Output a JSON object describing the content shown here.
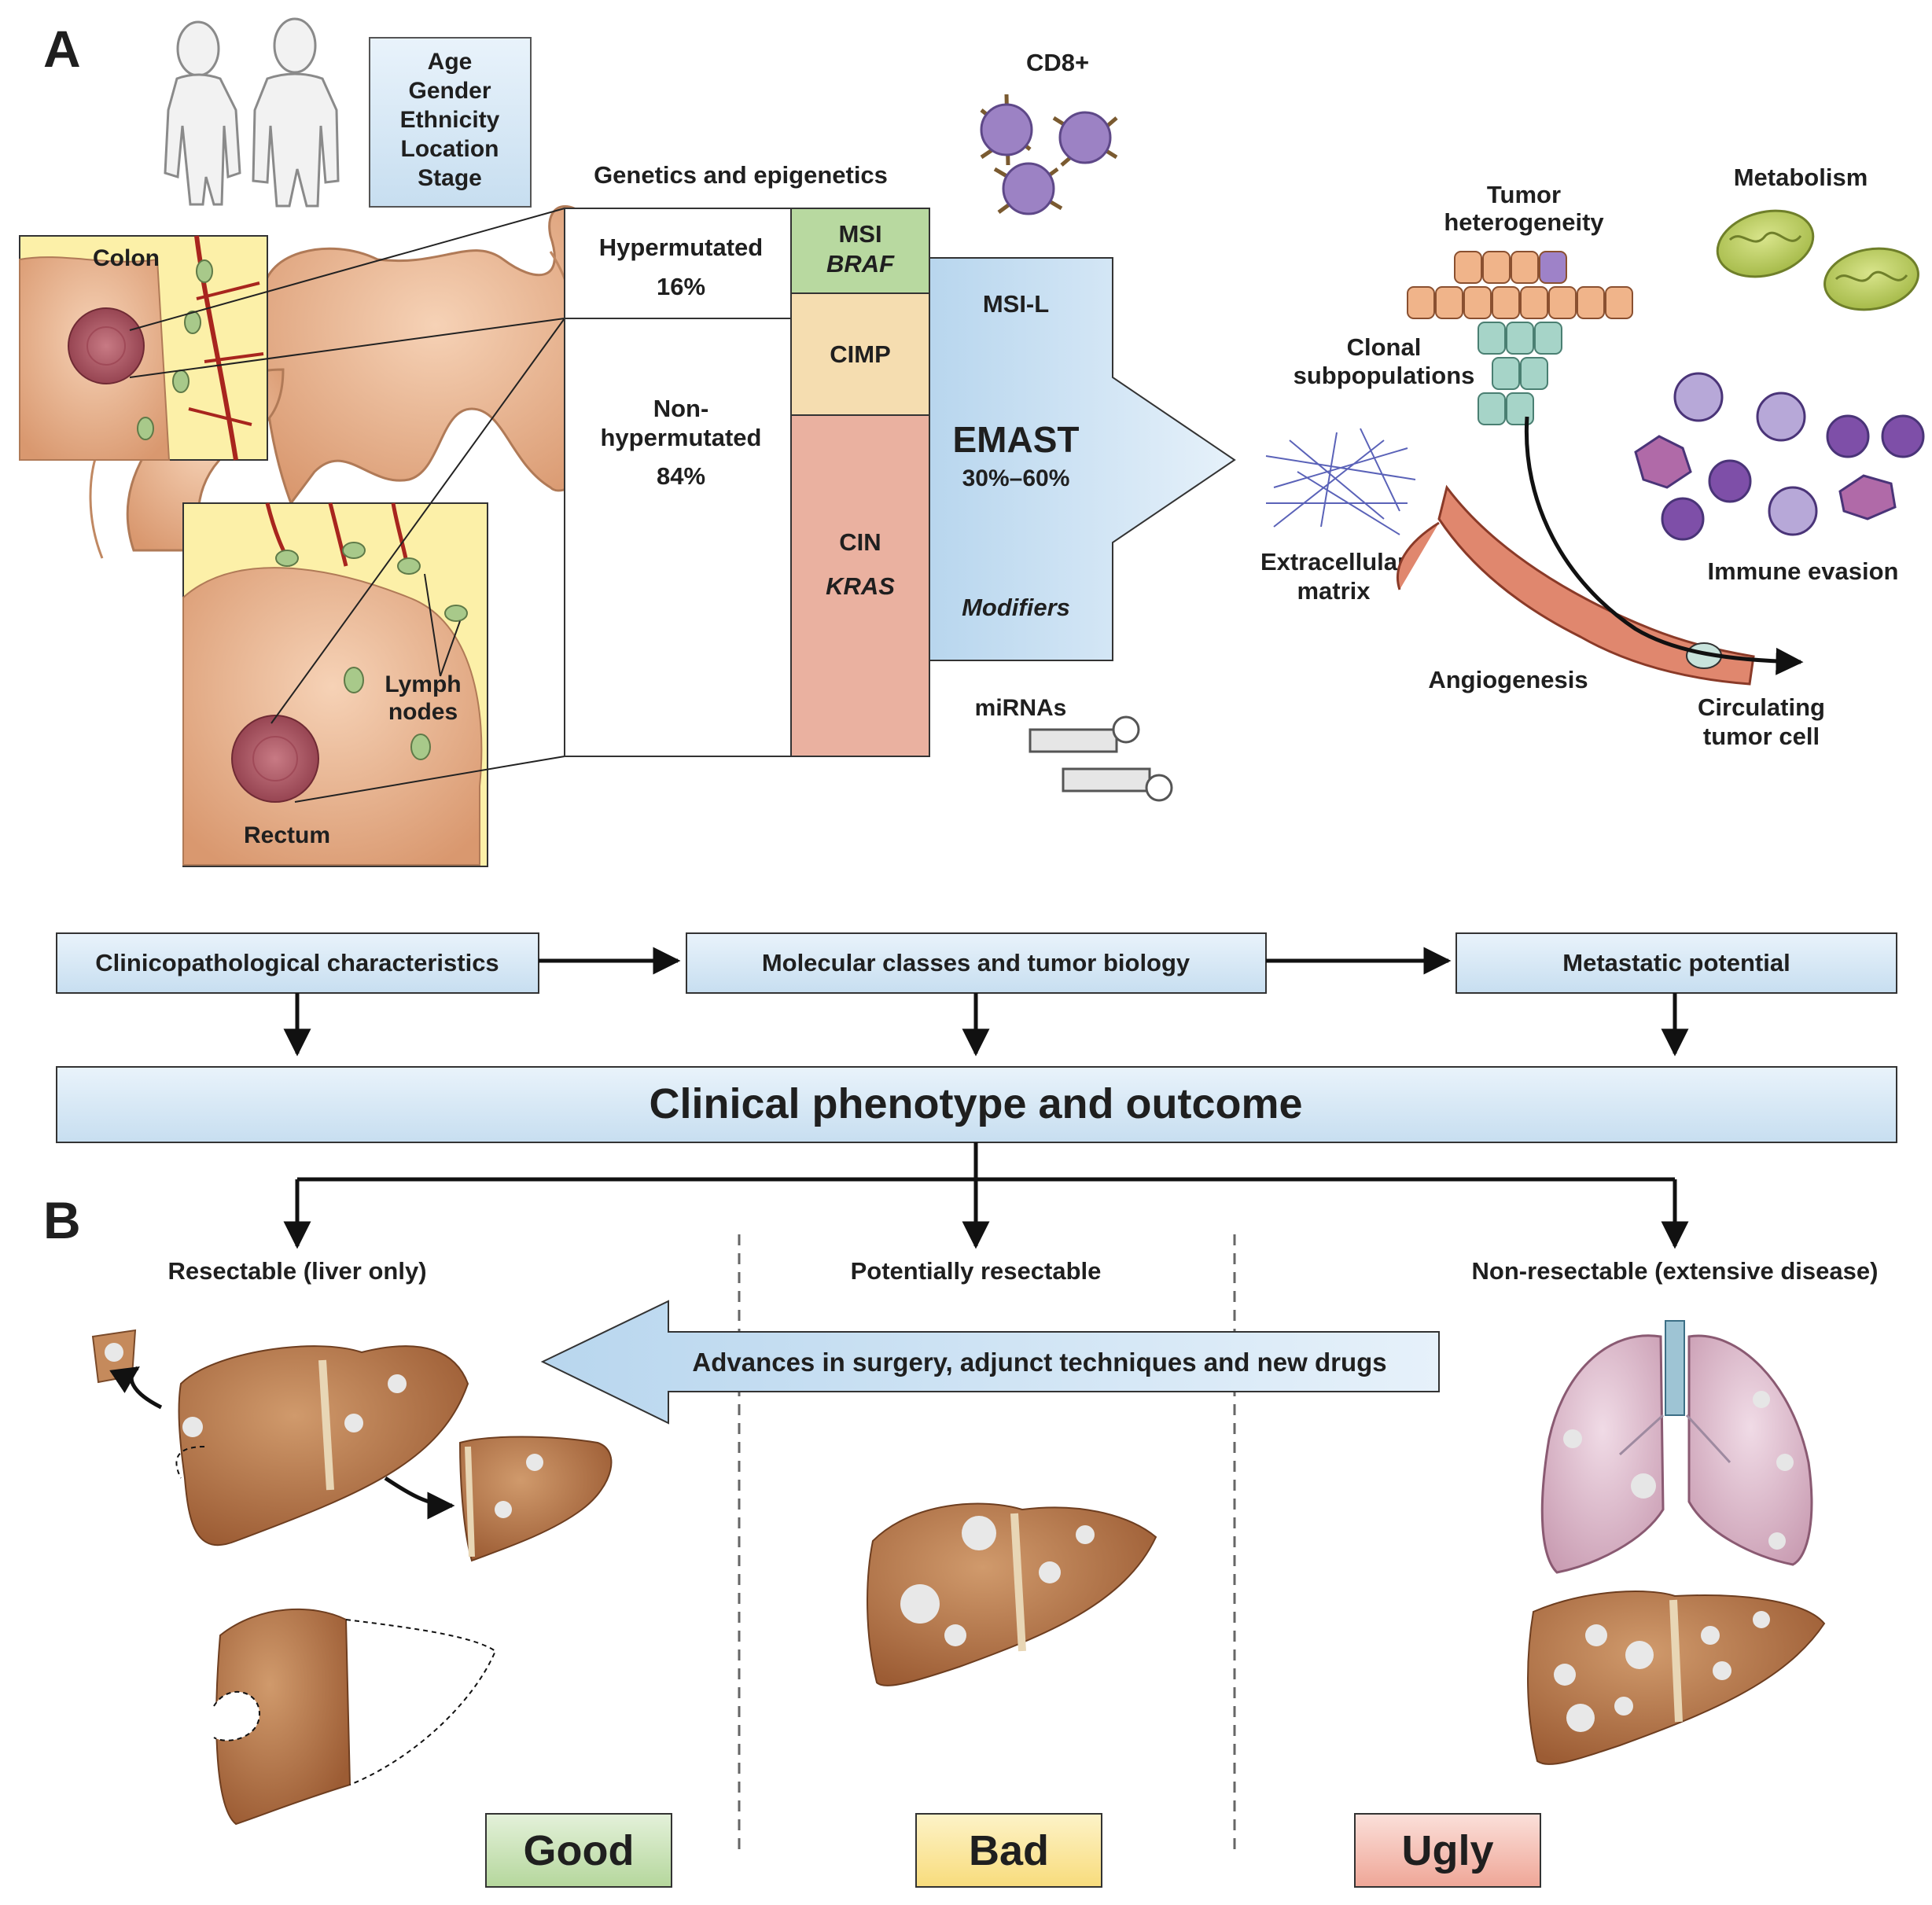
{
  "panel_labels": {
    "a": "A",
    "b": "B"
  },
  "patient": {
    "lines": [
      "Age",
      "Gender",
      "Ethnicity",
      "Location",
      "Stage"
    ]
  },
  "anatomy": {
    "colon": "Colon",
    "rectum": "Rectum",
    "lymph_line1": "Lymph",
    "lymph_line2": "nodes"
  },
  "genetics": {
    "title": "Genetics and epigenetics",
    "hyper_label": "Hypermutated",
    "hyper_pct": "16%",
    "nonhyper_line1": "Non-",
    "nonhyper_line2": "hypermutated",
    "nonhyper_pct": "84%",
    "msi": "MSI",
    "braf": "BRAF",
    "cimp": "CIMP",
    "cin": "CIN",
    "kras": "KRAS"
  },
  "modifiers": {
    "msil": "MSI-L",
    "emast": "EMAST",
    "emast_pct": "30%–60%",
    "modifiers": "Modifiers",
    "cd8": "CD8+",
    "mirnas": "miRNAs"
  },
  "biology": {
    "tumor_line1": "Tumor",
    "tumor_line2": "heterogeneity",
    "metabolism": "Metabolism",
    "clonal_line1": "Clonal",
    "clonal_line2": "subpopulations",
    "ecm_line1": "Extracellular",
    "ecm_line2": "matrix",
    "immune": "Immune evasion",
    "angio": "Angiogenesis",
    "ctc_line1": "Circulating",
    "ctc_line2": "tumor cell"
  },
  "flow": {
    "clinico": "Clinicopathological characteristics",
    "molecular": "Molecular classes and tumor biology",
    "metastatic": "Metastatic potential",
    "outcome": "Clinical phenotype and outcome"
  },
  "panel_b": {
    "resectable": "Resectable (liver only)",
    "potential": "Potentially resectable",
    "nonresectable": "Non-resectable (extensive disease)",
    "advances": "Advances in surgery, adjunct techniques and new drugs",
    "good": "Good",
    "bad": "Bad",
    "ugly": "Ugly"
  },
  "colors": {
    "light_blue": "#d6e8f5",
    "msi_green": "#b8d9a0",
    "cimp_beige": "#f5ddb0",
    "cin_salmon": "#eab1a0",
    "good_green": "#c6e0b4",
    "bad_yellow": "#fbe59a",
    "ugly_salmon": "#f4b8ad",
    "liver_brown": "#b27245",
    "colon_tan": "#e8b38f"
  }
}
